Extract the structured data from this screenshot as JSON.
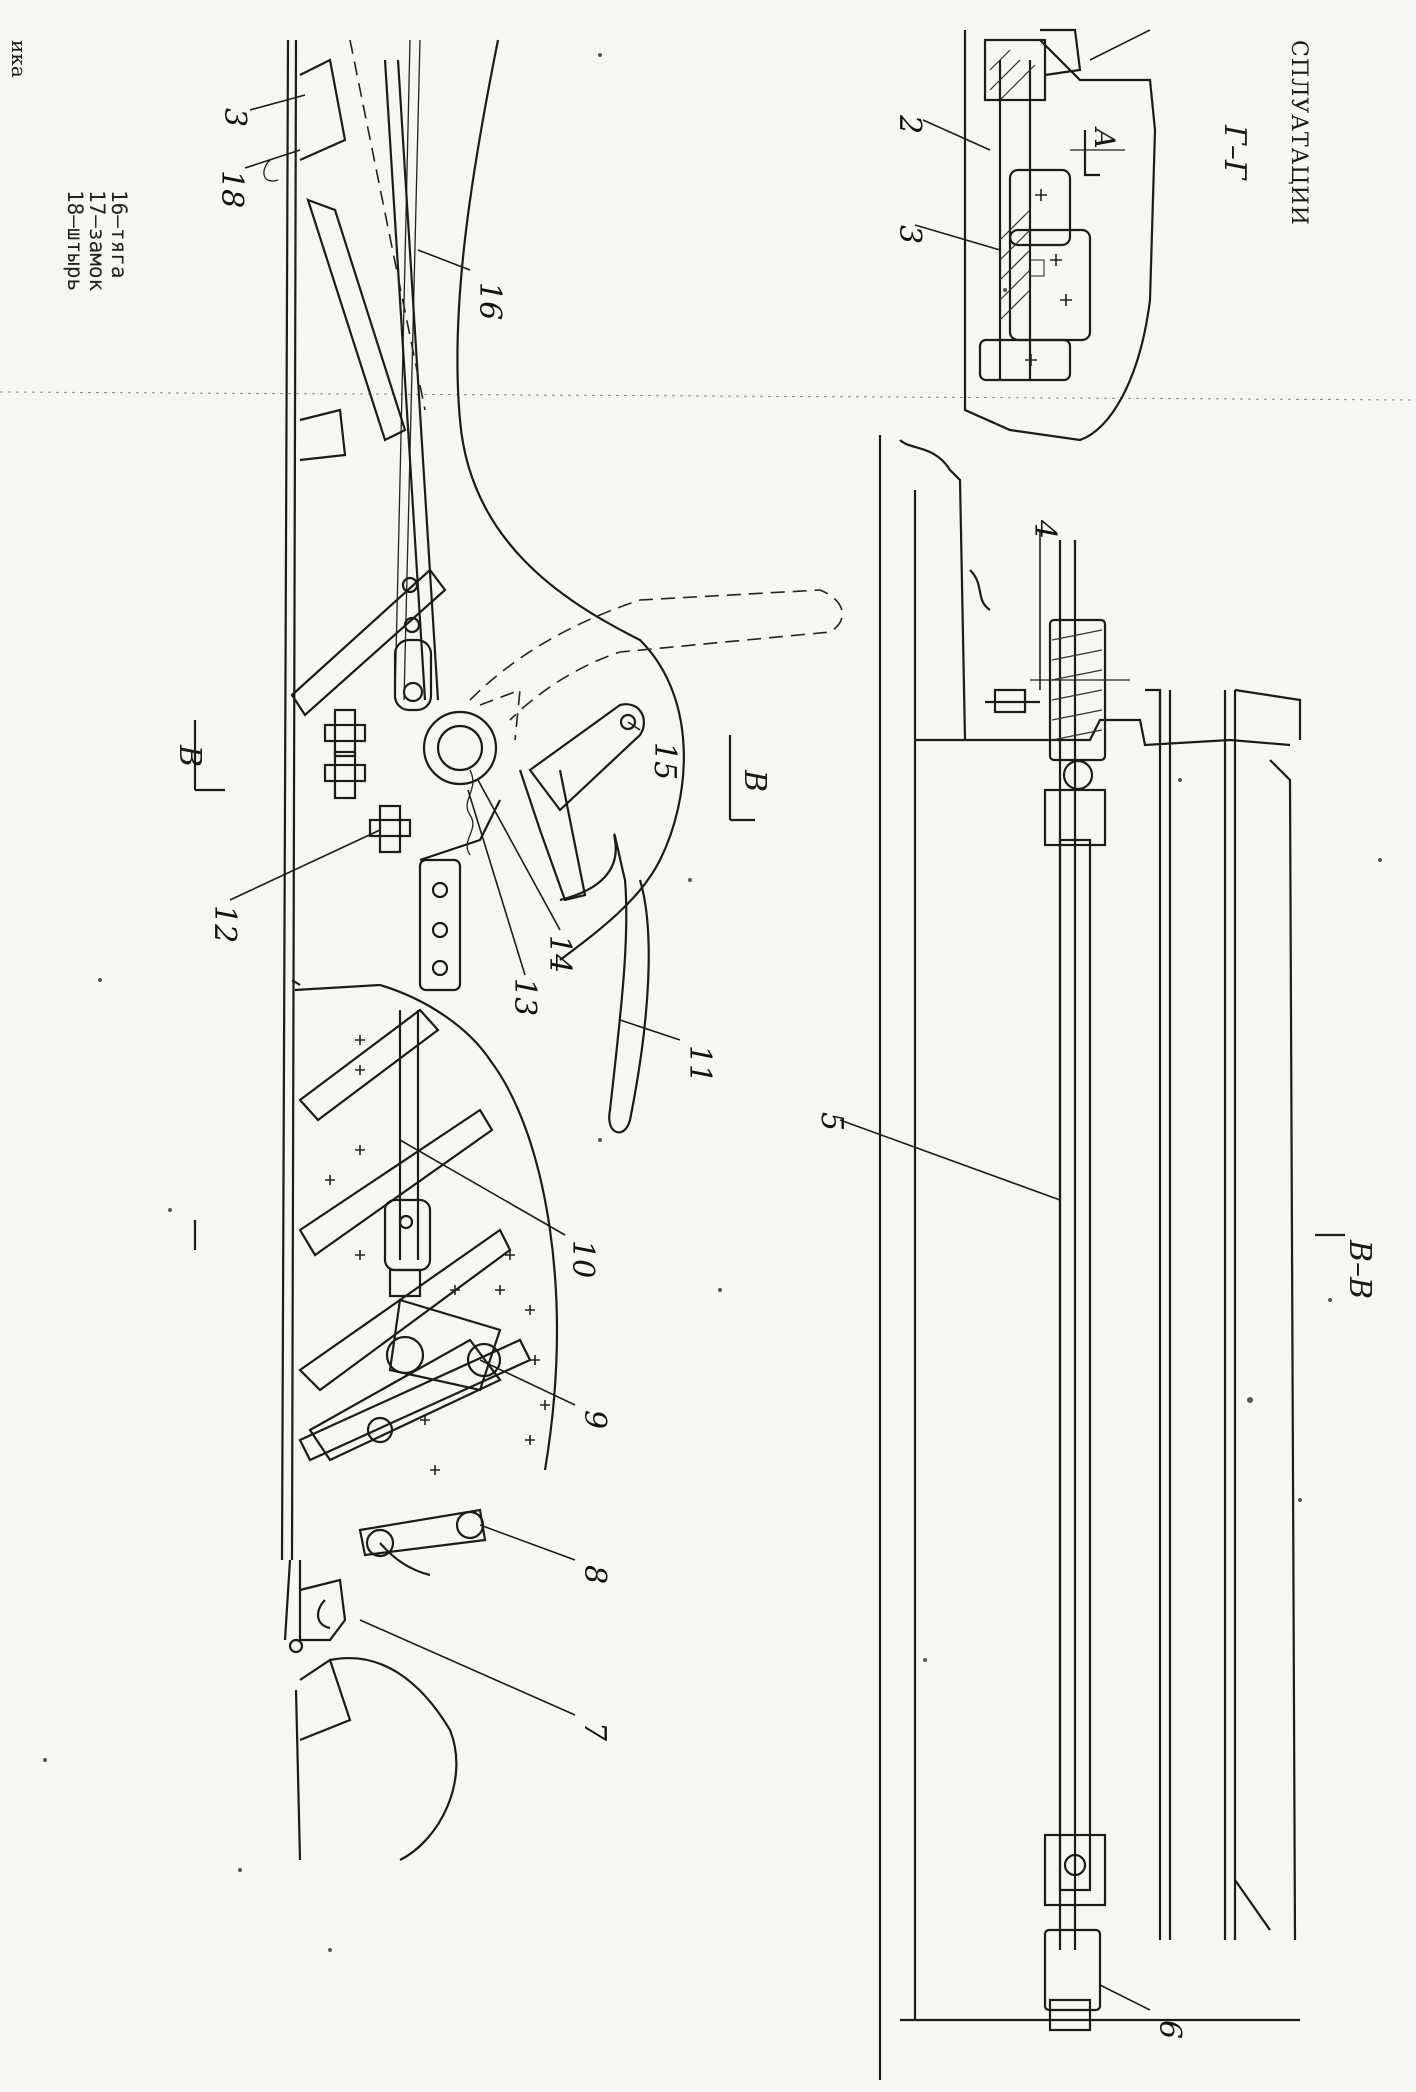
{
  "header": {
    "text": "СПЛУАТАЦИИ"
  },
  "corner_text": "ика",
  "legend": [
    {
      "text": "16–тяга"
    },
    {
      "text": "17–замок"
    },
    {
      "text": "18–штырь"
    }
  ],
  "section_labels": {
    "g_g": "Г–Г",
    "v_v": "В–В",
    "a": "А",
    "marker_v_left": "В",
    "marker_v_right": "В"
  },
  "callouts": {
    "c2": "2",
    "c3a": "3",
    "c3b": "3",
    "c4": "4",
    "c5": "5",
    "c6": "6",
    "c7": "7",
    "c8": "8",
    "c9": "9",
    "c10": "10",
    "c11": "11",
    "c12": "12",
    "c13": "13",
    "c14": "14",
    "c15": "15",
    "c16": "16",
    "c18": "18"
  }
}
